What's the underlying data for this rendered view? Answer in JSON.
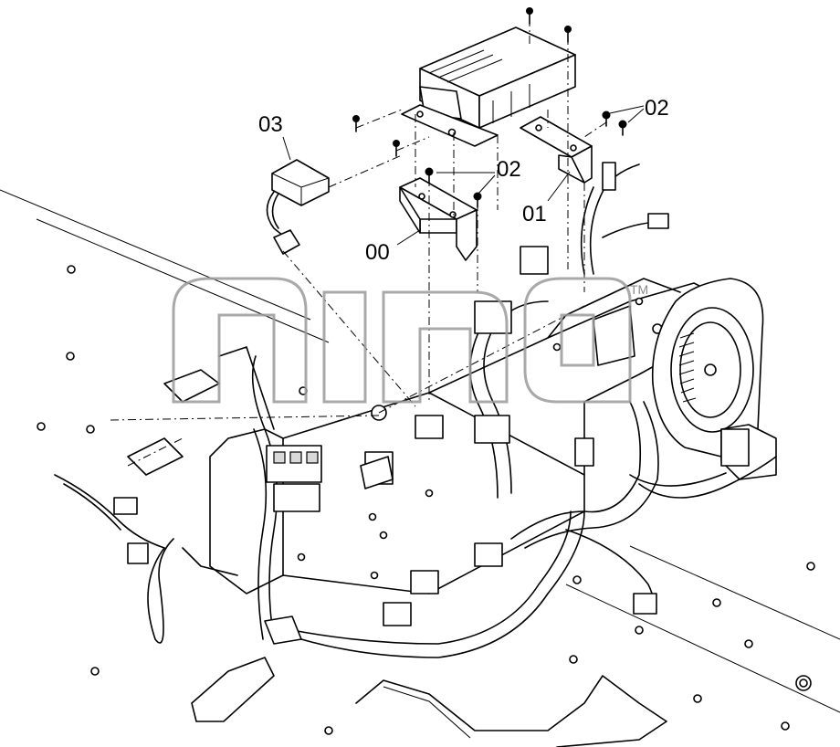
{
  "diagram": {
    "labels": {
      "part_00": "00",
      "part_01": "01",
      "part_02_upper": "02",
      "part_02_middle": "02",
      "part_03": "03"
    },
    "watermark": {
      "trademark": "TM"
    }
  }
}
